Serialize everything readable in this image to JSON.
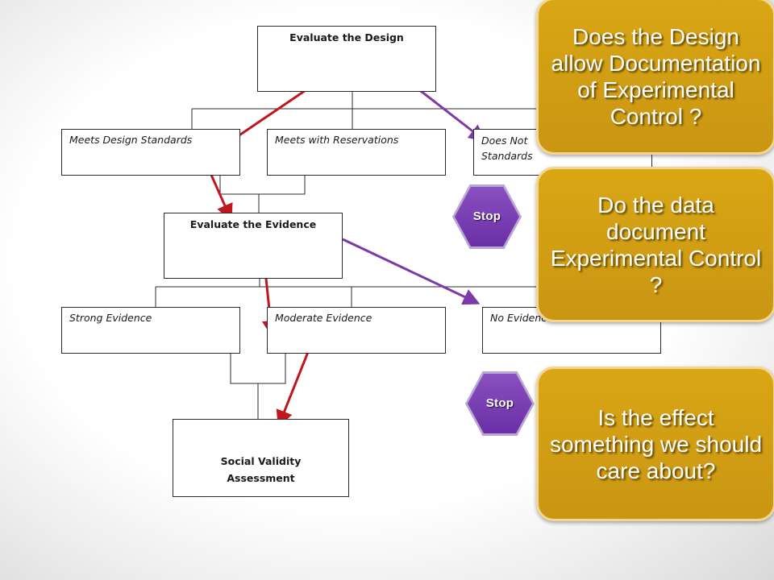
{
  "flowchart": {
    "evaluate_design": "Evaluate the Design",
    "design_options": {
      "meets": "Meets Design Standards",
      "reservations": "Meets with Reservations",
      "does_not_line1": "Does Not",
      "does_not_line2": "Standards"
    },
    "evaluate_evidence": "Evaluate the Evidence",
    "evidence_options": {
      "strong": "Strong Evidence",
      "moderate": "Moderate Evidence",
      "none": "No Evidence"
    },
    "social_validity": [
      "Social Validity",
      "Assessment"
    ]
  },
  "stop_signs": [
    {
      "label": "Stop"
    },
    {
      "label": "Stop"
    }
  ],
  "callouts": {
    "design_question": "Does the Design allow Documentation of Experimental Control ?",
    "data_question": "Do the data document Experimental Control ?",
    "effect_question": "Is the effect something we should care about?"
  },
  "colors": {
    "red_arrow": "#c0161c",
    "purple_arrow": "#7c3aa8",
    "callout_gold": "#d4a017",
    "stop_purple": "#7b3fb3"
  }
}
